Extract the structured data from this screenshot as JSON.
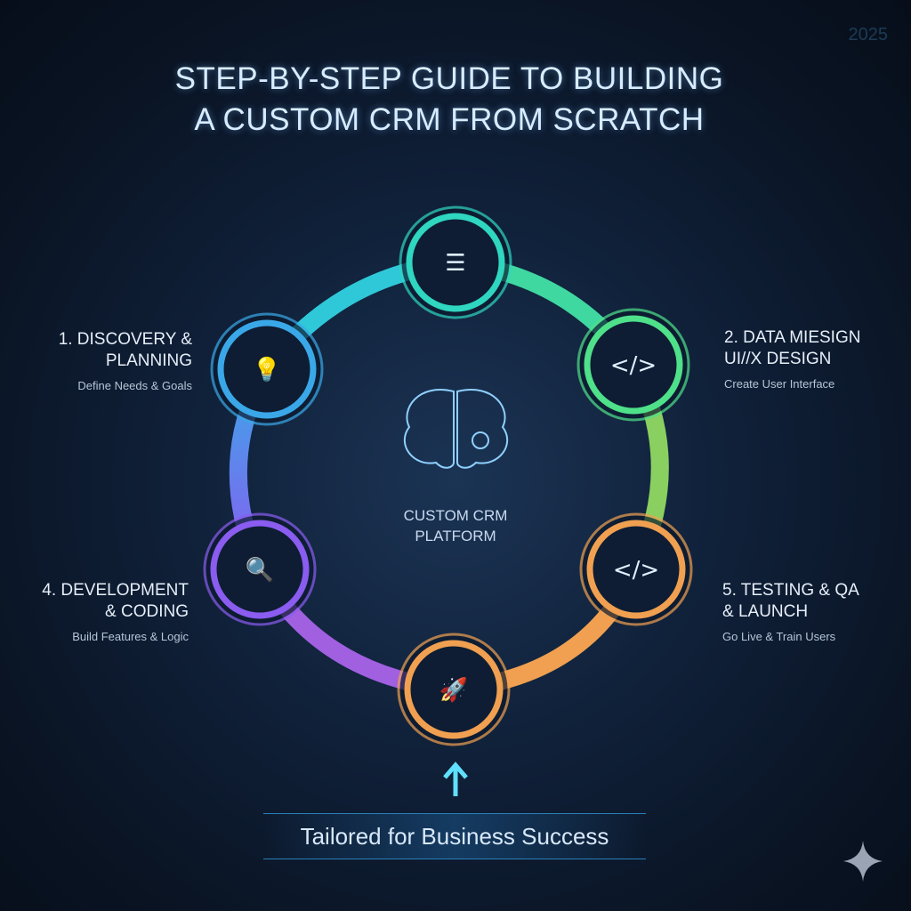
{
  "title": {
    "line1": "STEP-BY-STEP GUIDE TO BUILDING",
    "line2": "A CUSTOM CRM FROM SCRATCH"
  },
  "year": "2025",
  "center": {
    "line1": "CUSTOM CRM",
    "line2": "PLATFORM"
  },
  "steps": [
    {
      "title1": "1. DISCOVERY &",
      "title2": "PLANNING",
      "sub": "Define Needs & Goals"
    },
    {
      "title1": "2. DATA MIESIGN",
      "title2": "UI//X DESIGN",
      "sub": "Create User Interface"
    },
    {
      "title1": "4. DEVELOPMENT",
      "title2": "& CODING",
      "sub": "Build Features & Logic"
    },
    {
      "title1": "5. TESTING & QA",
      "title2": "& LAUNCH",
      "sub": "Go Live & Train Users"
    }
  ],
  "banner": "Tailored for Business Success",
  "colors": {
    "teal": "#2fd6c0",
    "blue": "#3aa8e8",
    "green": "#4fe08a",
    "purple": "#8a5cf0",
    "orange": "#f0a050"
  }
}
